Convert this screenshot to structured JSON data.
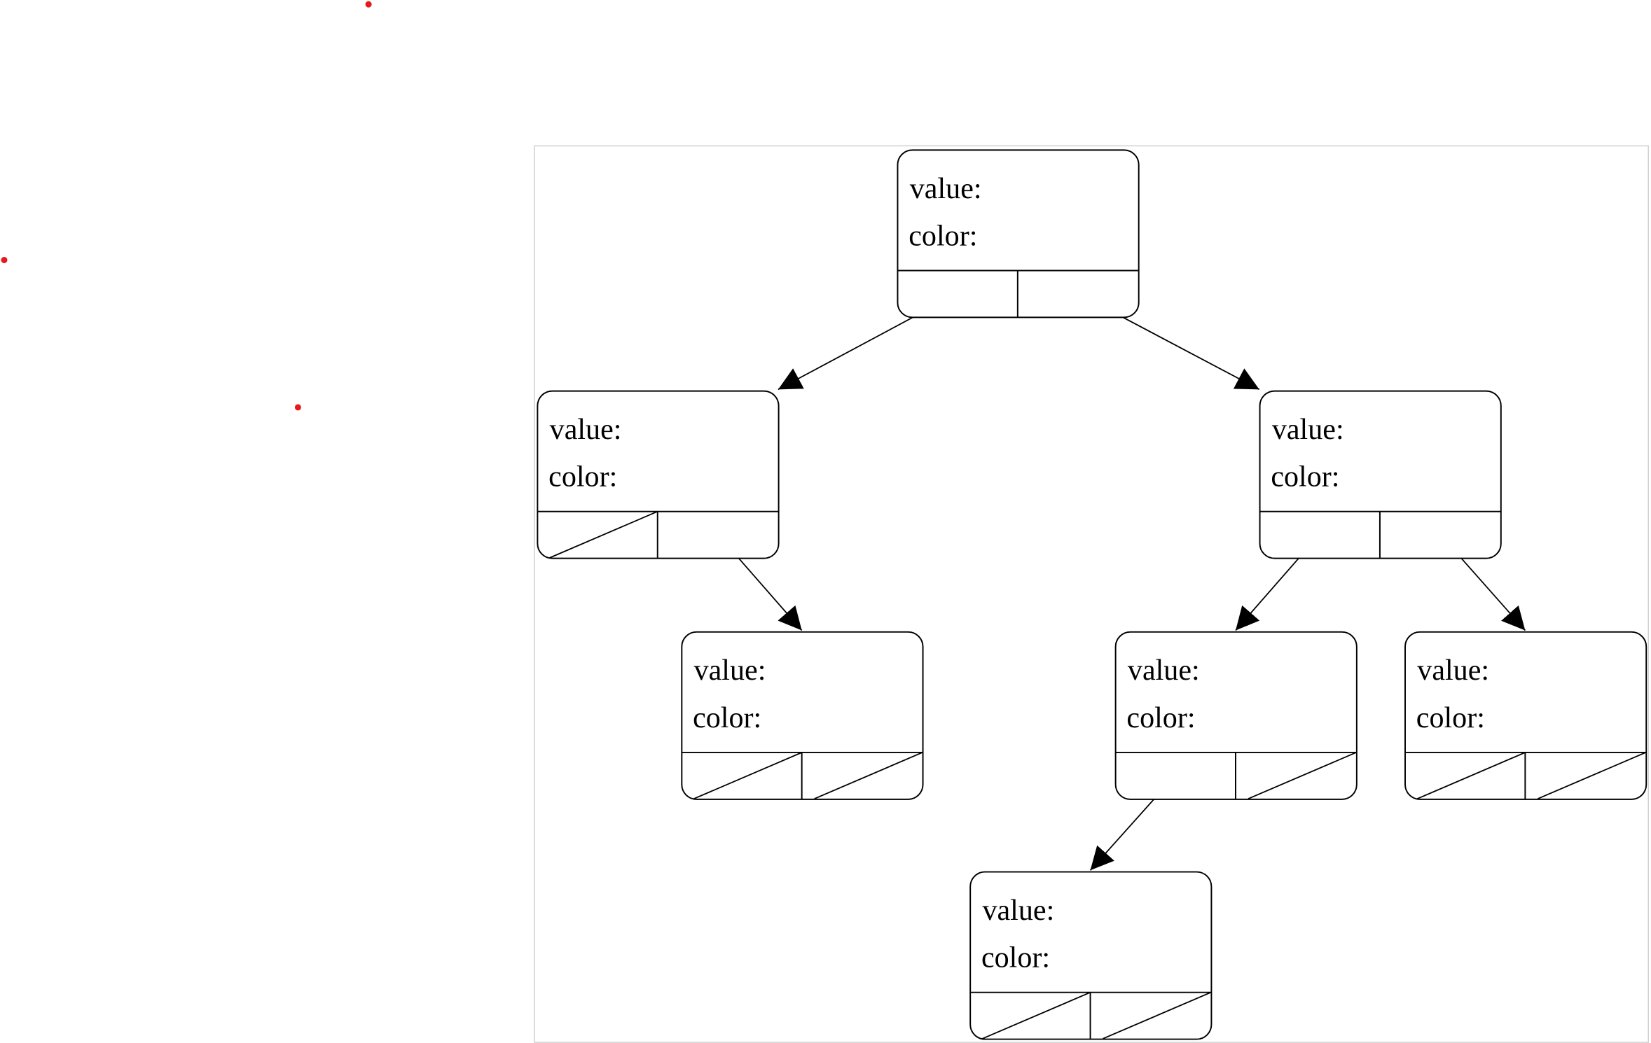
{
  "diagram": {
    "field_labels": {
      "value": "value:",
      "color": "color:"
    },
    "nodes": [
      {
        "id": "root",
        "left": "pointer",
        "right": "pointer"
      },
      {
        "id": "root-left",
        "left": "null",
        "right": "pointer"
      },
      {
        "id": "root-right",
        "left": "pointer",
        "right": "pointer"
      },
      {
        "id": "root-left-right",
        "left": "null",
        "right": "null"
      },
      {
        "id": "root-right-left",
        "left": "pointer",
        "right": "null"
      },
      {
        "id": "root-right-right",
        "left": "null",
        "right": "null"
      },
      {
        "id": "root-right-left-left",
        "left": "null",
        "right": "null"
      }
    ],
    "edges": [
      {
        "from": "root",
        "side": "left",
        "to": "root-left"
      },
      {
        "from": "root",
        "side": "right",
        "to": "root-right"
      },
      {
        "from": "root-left",
        "side": "right",
        "to": "root-left-right"
      },
      {
        "from": "root-right",
        "side": "left",
        "to": "root-right-left"
      },
      {
        "from": "root-right",
        "side": "right",
        "to": "root-right-right"
      },
      {
        "from": "root-right-left",
        "side": "left",
        "to": "root-right-left-left"
      }
    ],
    "marker_color": "#e41a1c",
    "stroke_color": "#000000",
    "frame_color": "#d0d0d0"
  }
}
